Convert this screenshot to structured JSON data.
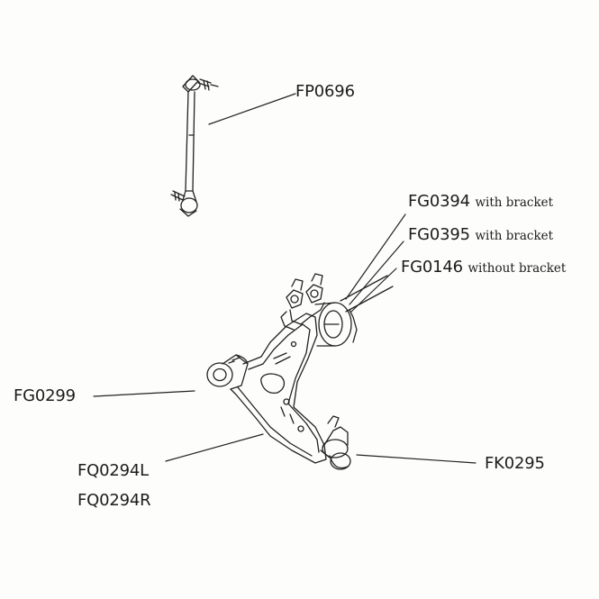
{
  "callouts": {
    "stabilizer_link": {
      "code": "FP0696"
    },
    "rear_bushing": [
      {
        "code": "FG0394",
        "note": "with bracket"
      },
      {
        "code": "FG0395",
        "note": "with bracket"
      },
      {
        "code": "FG0146",
        "note": "without bracket"
      }
    ],
    "front_bushing": {
      "code": "FG0299"
    },
    "control_arm": {
      "left_code": "FQ0294L",
      "right_code": "FQ0294R"
    },
    "ball_joint": {
      "code": "FK0295"
    }
  },
  "colors": {
    "line": "#222222",
    "text": "#1c1c1c",
    "background": "#fdfdfb"
  }
}
